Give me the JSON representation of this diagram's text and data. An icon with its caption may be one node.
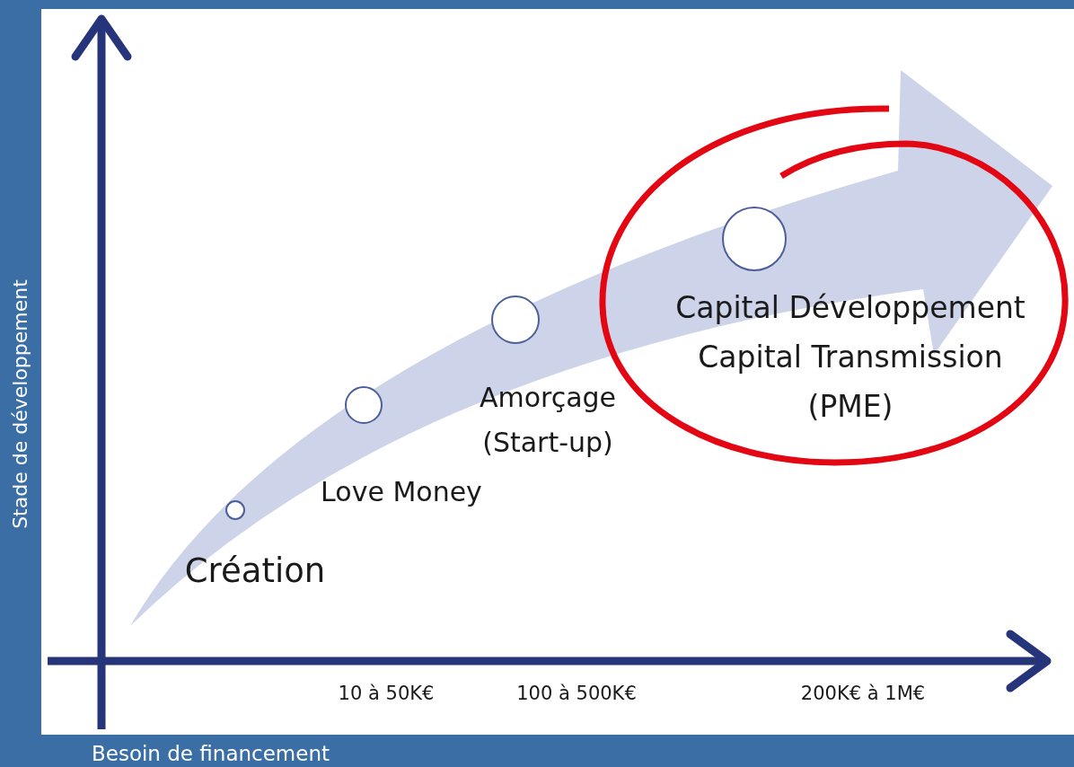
{
  "diagram": {
    "nodes": [
      {
        "text": [],
        "shape": "circle",
        "beside": [
          "Création"
        ]
      },
      {
        "text": [],
        "shape": "circle",
        "beside": [
          "Love Money"
        ]
      },
      {
        "text": [],
        "shape": "circle",
        "beside": [
          "Amorçage",
          "(Start-up)"
        ]
      },
      {
        "text": [],
        "shape": "circle",
        "beside": [
          "Capital Développement",
          "Capital Transmission",
          "(PME)"
        ]
      }
    ],
    "labels": [
      "Stade de développement",
      "10 à 50K€",
      "100 à 500K€",
      "200K€ à 1M€",
      "Besoin de financement"
    ]
  }
}
